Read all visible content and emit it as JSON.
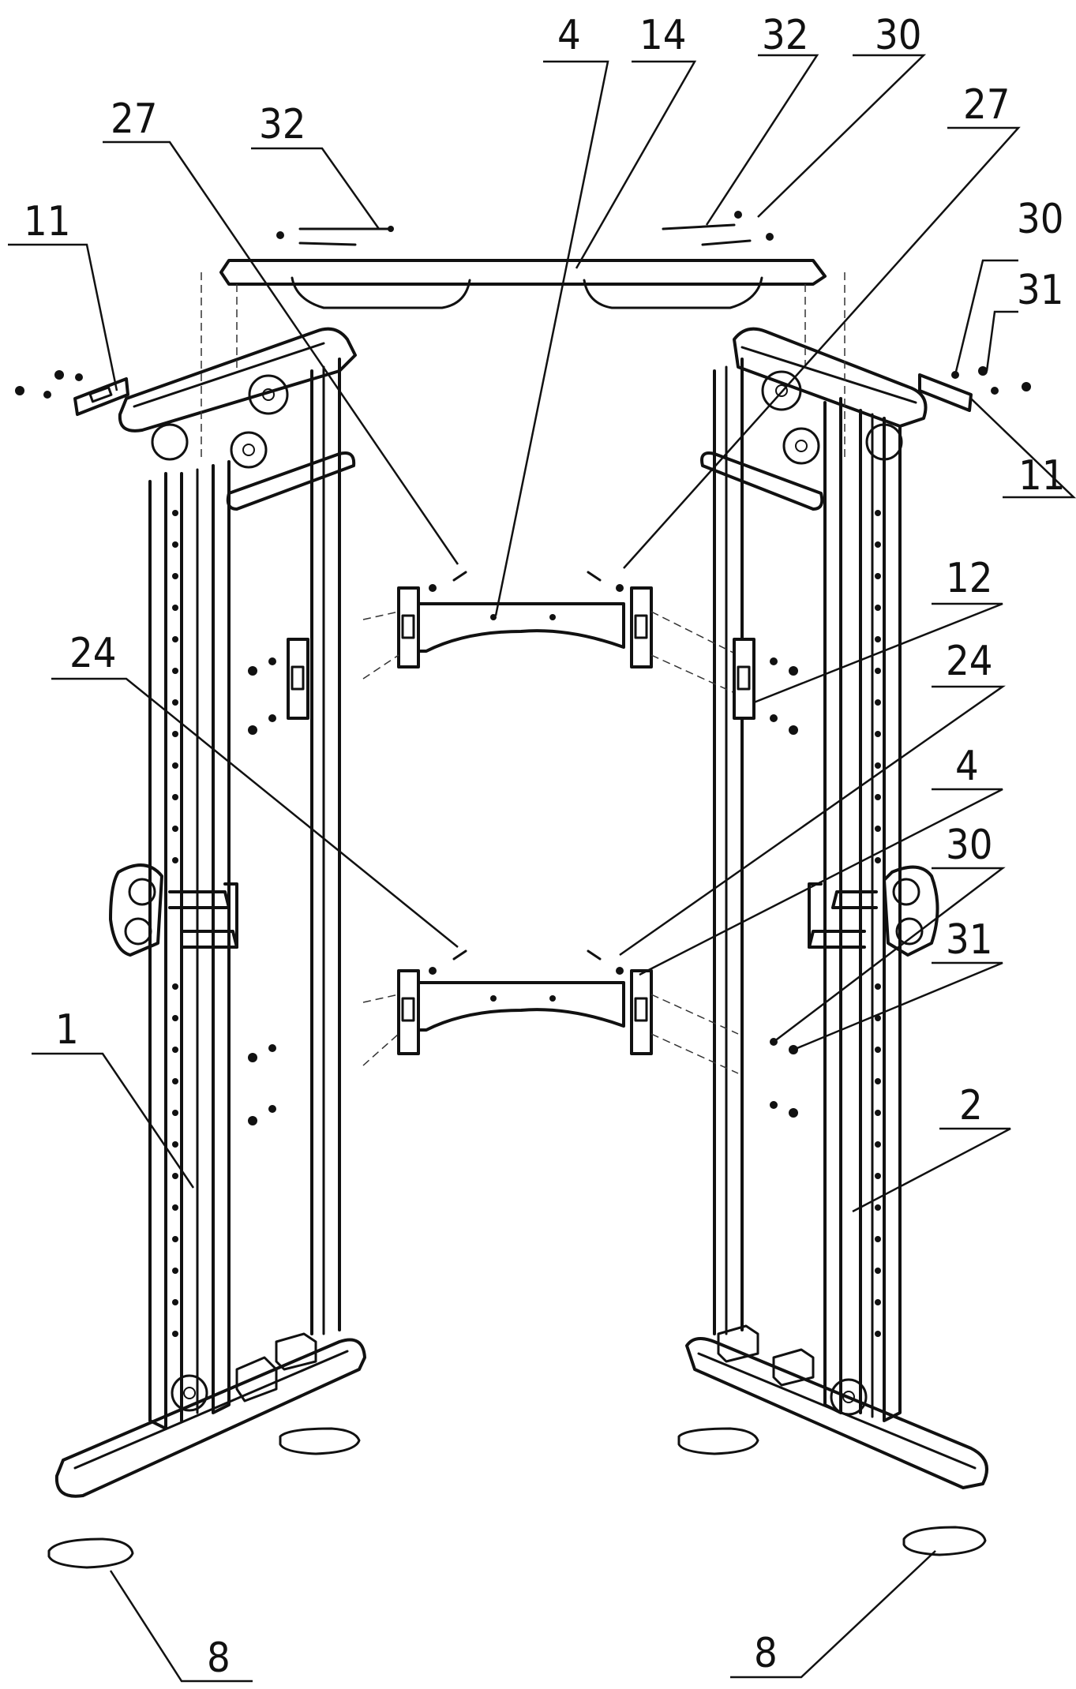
{
  "callouts": [
    {
      "id": "top-4",
      "text": "4"
    },
    {
      "id": "top-14",
      "text": "14"
    },
    {
      "id": "top-32-right",
      "text": "32"
    },
    {
      "id": "top-30-right",
      "text": "30"
    },
    {
      "id": "top-27-left",
      "text": "27"
    },
    {
      "id": "top-32-left",
      "text": "32"
    },
    {
      "id": "top-27-right",
      "text": "27"
    },
    {
      "id": "left-11",
      "text": "11"
    },
    {
      "id": "right-30-upper",
      "text": "30"
    },
    {
      "id": "right-31-upper",
      "text": "31"
    },
    {
      "id": "right-11",
      "text": "11"
    },
    {
      "id": "right-12",
      "text": "12"
    },
    {
      "id": "left-24",
      "text": "24"
    },
    {
      "id": "right-24",
      "text": "24"
    },
    {
      "id": "right-4-lower",
      "text": "4"
    },
    {
      "id": "right-30-lower",
      "text": "30"
    },
    {
      "id": "right-31-lower",
      "text": "31"
    },
    {
      "id": "left-1",
      "text": "1"
    },
    {
      "id": "right-2",
      "text": "2"
    },
    {
      "id": "bottom-8-left",
      "text": "8"
    },
    {
      "id": "bottom-8-right",
      "text": "8"
    }
  ]
}
